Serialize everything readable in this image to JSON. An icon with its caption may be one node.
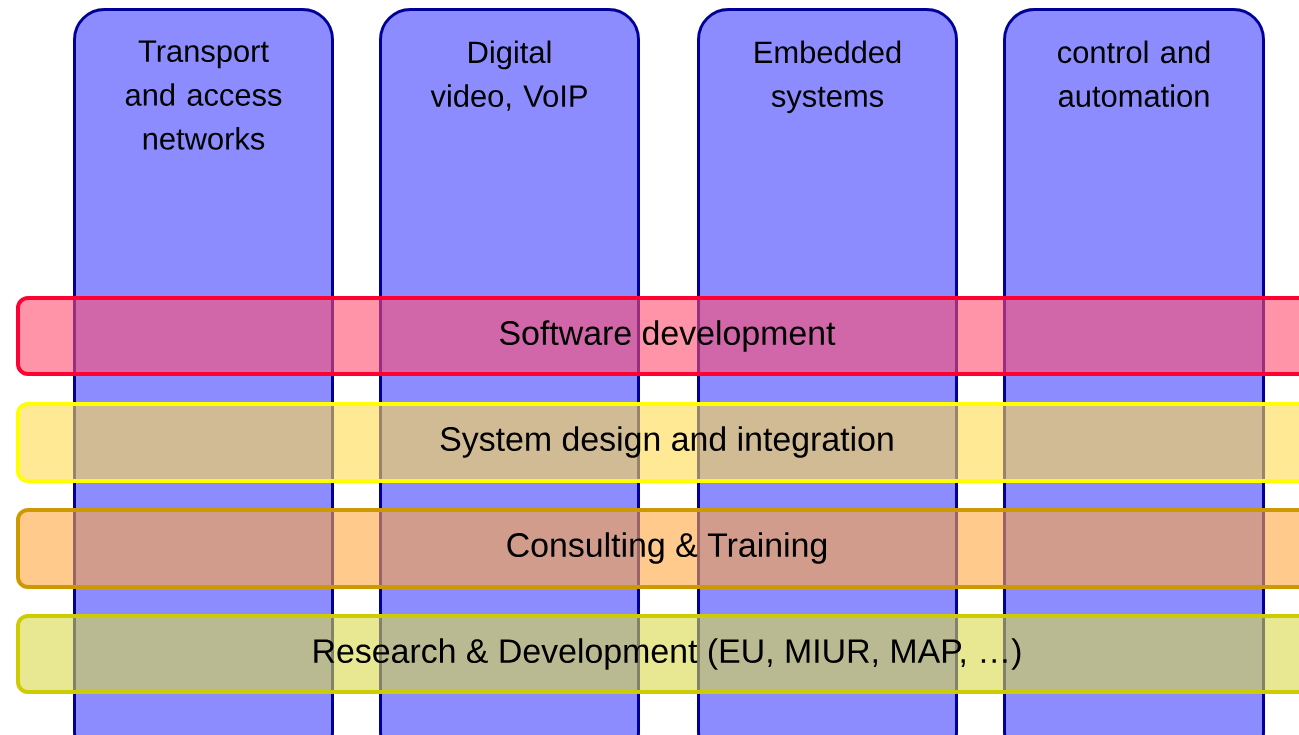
{
  "diagram": {
    "nodes": [
      {
        "text": [
          "Transport and access networks"
        ]
      },
      {
        "text": [
          "Digital video, VoIP"
        ]
      },
      {
        "text": [
          "Embedded systems"
        ]
      },
      {
        "text": [
          "control and automation"
        ]
      },
      {
        "text": [
          "Software development"
        ]
      },
      {
        "text": [
          "System design and integration"
        ]
      },
      {
        "text": [
          "Consulting & Training"
        ]
      },
      {
        "text": [
          "Research & Development (EU, MIUR, MAP, …)"
        ]
      }
    ]
  }
}
